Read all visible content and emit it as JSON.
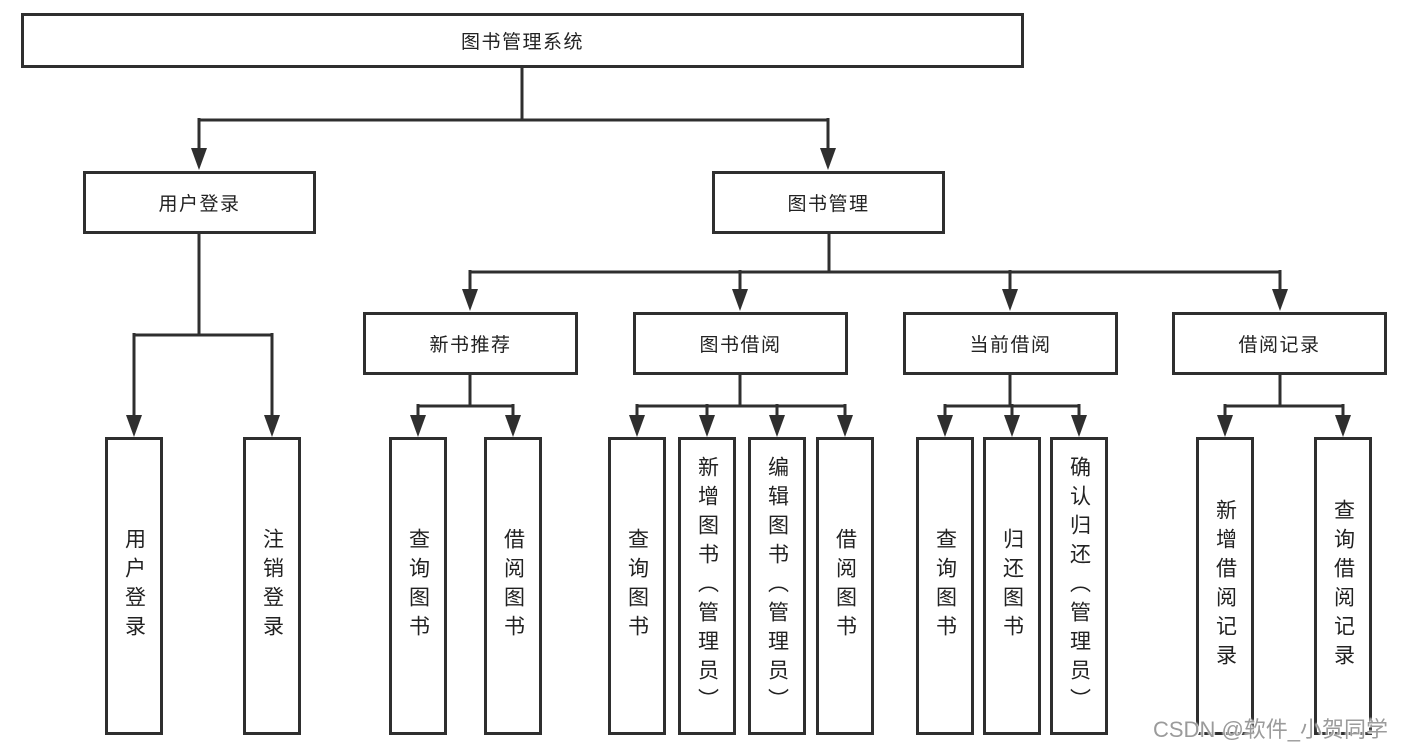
{
  "tree": {
    "root": {
      "label": "图书管理系统"
    },
    "branches": [
      {
        "label": "用户登录",
        "children": [
          {
            "label": "用户登录"
          },
          {
            "label": "注销登录"
          }
        ]
      },
      {
        "label": "图书管理",
        "groups": [
          {
            "label": "新书推荐",
            "children": [
              {
                "label": "查询图书"
              },
              {
                "label": "借阅图书"
              }
            ]
          },
          {
            "label": "图书借阅",
            "children": [
              {
                "label": "查询图书"
              },
              {
                "label": "新增图书（管理员）"
              },
              {
                "label": "编辑图书（管理员）"
              },
              {
                "label": "借阅图书"
              }
            ]
          },
          {
            "label": "当前借阅",
            "children": [
              {
                "label": "查询图书"
              },
              {
                "label": "归还图书"
              },
              {
                "label": "确认归还（管理员）"
              }
            ]
          },
          {
            "label": "借阅记录",
            "children": [
              {
                "label": "新增借阅记录"
              },
              {
                "label": "查询借阅记录"
              }
            ]
          }
        ]
      }
    ]
  },
  "watermark": {
    "text": "CSDN @软件_小贺同学"
  },
  "colors": {
    "line": "#2f2f2f",
    "node_border": "#2f2f2f",
    "node_text": "#222222",
    "background": "#ffffff",
    "watermark": "#9b9b9b"
  }
}
